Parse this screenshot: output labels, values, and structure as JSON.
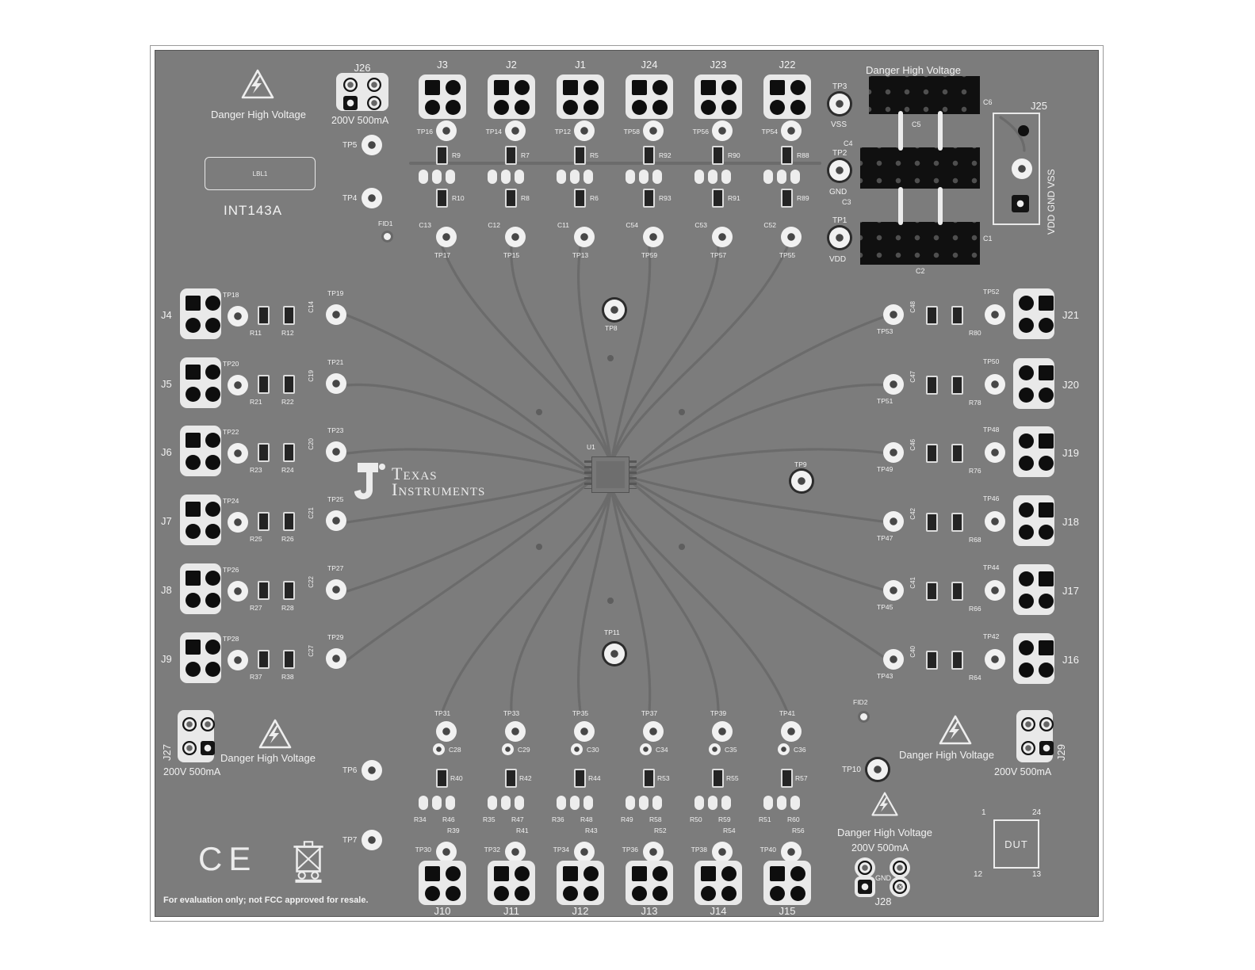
{
  "board": {
    "part_number": "INT143A",
    "label_box": "LBL1",
    "disclaimer": "For evaluation only; not FCC approved for resale.",
    "ce_mark": "CE",
    "logo_line1": "Texas",
    "logo_line2": "Instruments",
    "chip_ref": "U1",
    "colors": {
      "pcb": "#7c7c7c",
      "silkscreen": "#f1f1f1",
      "trace": "#6b6b6b",
      "pad_black": "#0e0e0e"
    }
  },
  "warnings": {
    "danger": "Danger High Voltage",
    "rating": "200V 500mA"
  },
  "top_groups": [
    {
      "name": "J3",
      "tp_top": "TP16",
      "r1": "R9",
      "r2": "R10",
      "cap": "C13",
      "tp_bot": "TP17"
    },
    {
      "name": "J2",
      "tp_top": "TP14",
      "r1": "R7",
      "r2": "R8",
      "cap": "C12",
      "tp_bot": "TP15"
    },
    {
      "name": "J1",
      "tp_top": "TP12",
      "r1": "R5",
      "r2": "R6",
      "cap": "C11",
      "tp_bot": "TP13"
    },
    {
      "name": "J24",
      "tp_top": "TP58",
      "r1": "R92",
      "r2": "R93",
      "cap": "C54",
      "tp_bot": "TP59"
    },
    {
      "name": "J23",
      "tp_top": "TP56",
      "r1": "R90",
      "r2": "R91",
      "cap": "C53",
      "tp_bot": "TP57"
    },
    {
      "name": "J22",
      "tp_top": "TP54",
      "r1": "R88",
      "r2": "R89",
      "cap": "C52",
      "tp_bot": "TP55"
    }
  ],
  "bottom_groups": [
    {
      "name": "J10",
      "tp_top": "TP31",
      "cap": "C28",
      "r1": "R40",
      "r_a": "R34",
      "r_b": "R46",
      "r_c": "R39",
      "tp_bot": "TP30"
    },
    {
      "name": "J11",
      "tp_top": "TP33",
      "cap": "C29",
      "r1": "R42",
      "r_a": "R35",
      "r_b": "R47",
      "r_c": "R41",
      "tp_bot": "TP32"
    },
    {
      "name": "J12",
      "tp_top": "TP35",
      "cap": "C30",
      "r1": "R44",
      "r_a": "R36",
      "r_b": "R48",
      "r_c": "R43",
      "tp_bot": "TP34"
    },
    {
      "name": "J13",
      "tp_top": "TP37",
      "cap": "C34",
      "r1": "R53",
      "r_a": "R49",
      "r_b": "R58",
      "r_c": "R52",
      "tp_bot": "TP36"
    },
    {
      "name": "J14",
      "tp_top": "TP39",
      "cap": "C35",
      "r1": "R55",
      "r_a": "R50",
      "r_b": "R59",
      "r_c": "R54",
      "tp_bot": "TP38"
    },
    {
      "name": "J15",
      "tp_top": "TP41",
      "cap": "C36",
      "r1": "R57",
      "r_a": "R51",
      "r_b": "R60",
      "r_c": "R56",
      "tp_bot": "TP40"
    }
  ],
  "left_groups": [
    {
      "name": "J4",
      "tp_a": "TP18",
      "r1": "R11",
      "r2": "R12",
      "cap": "C14",
      "tp_b": "TP19"
    },
    {
      "name": "J5",
      "tp_a": "TP20",
      "r1": "R21",
      "r2": "R22",
      "cap": "C19",
      "tp_b": "TP21"
    },
    {
      "name": "J6",
      "tp_a": "TP22",
      "r1": "R23",
      "r2": "R24",
      "cap": "C20",
      "tp_b": "TP23"
    },
    {
      "name": "J7",
      "tp_a": "TP24",
      "r1": "R25",
      "r2": "R26",
      "cap": "C21",
      "tp_b": "TP25"
    },
    {
      "name": "J8",
      "tp_a": "TP26",
      "r1": "R27",
      "r2": "R28",
      "cap": "C22",
      "tp_b": "TP27"
    },
    {
      "name": "J9",
      "tp_a": "TP28",
      "r1": "R37",
      "r2": "R38",
      "cap": "C27",
      "tp_b": "TP29"
    }
  ],
  "right_groups": [
    {
      "name": "J21",
      "tp_a": "TP53",
      "cap": "C48",
      "r1": "R80",
      "tp_b": "TP52"
    },
    {
      "name": "J20",
      "tp_a": "TP51",
      "cap": "C47",
      "r1": "R78",
      "tp_b": "TP50"
    },
    {
      "name": "J19",
      "tp_a": "TP49",
      "cap": "C46",
      "r1": "R76",
      "tp_b": "TP48"
    },
    {
      "name": "J18",
      "tp_a": "TP47",
      "cap": "C42",
      "r1": "R68",
      "tp_b": "TP46"
    },
    {
      "name": "J17",
      "tp_a": "TP45",
      "cap": "C41",
      "r1": "R66",
      "tp_b": "TP44"
    },
    {
      "name": "J16",
      "tp_a": "TP43",
      "cap": "C40",
      "r1": "R64",
      "tp_b": "TP42"
    }
  ],
  "power_area": {
    "heading": "Danger High Voltage",
    "tp3": "TP3",
    "net3": "VSS",
    "tp2": "TP2",
    "net2": "GND",
    "tp1": "TP1",
    "net1": "VDD",
    "c1": "C1",
    "c2": "C2",
    "c3": "C3",
    "c4": "C4",
    "c5": "C5",
    "c6": "C6",
    "j25": "J25",
    "j25_pins": "VDD  GND  VSS"
  },
  "corners": {
    "j26": "J26",
    "j27": "J27",
    "j28": "J28",
    "j28_net": "GND",
    "j29": "J29"
  },
  "dut": {
    "label": "DUT",
    "pin_tl": "1",
    "pin_tr": "24",
    "pin_bl": "12",
    "pin_br": "13"
  },
  "fiducials": {
    "fid1": "FID1",
    "fid2": "FID2"
  },
  "test_points": {
    "tp4": "TP4",
    "tp5": "TP5",
    "tp6": "TP6",
    "tp7": "TP7",
    "tp8": "TP8",
    "tp9": "TP9",
    "tp10": "TP10",
    "tp11": "TP11"
  }
}
